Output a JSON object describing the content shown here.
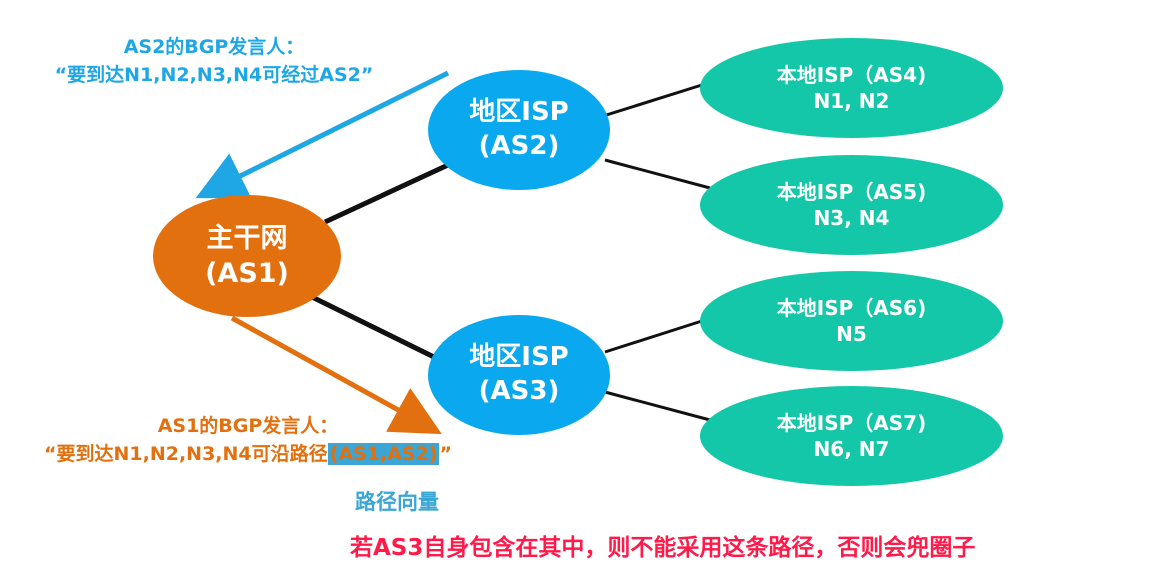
{
  "nodes": {
    "backbone": {
      "line1": "主干网",
      "line2": "(AS1)"
    },
    "as2": {
      "line1": "地区ISP",
      "line2": "(AS2)"
    },
    "as3": {
      "line1": "地区ISP",
      "line2": "(AS3)"
    },
    "as4": {
      "line1": "本地ISP（AS4)",
      "line2": "N1, N2"
    },
    "as5": {
      "line1": "本地ISP（AS5)",
      "line2": "N3, N4"
    },
    "as6": {
      "line1": "本地ISP（AS6)",
      "line2": "N5"
    },
    "as7": {
      "line1": "本地ISP（AS7)",
      "line2": "N6, N7"
    }
  },
  "notes": {
    "as2_speaker": {
      "line1": "AS2的BGP发言人：",
      "line2": "“要到达N1,N2,N3,N4可经过AS2”"
    },
    "as1_speaker": {
      "line1": "AS1的BGP发言人：",
      "line2_prefix": "“要到达N1,N2,N3,N4可沿路径",
      "path": "(AS1,AS2)",
      "line2_suffix": "”"
    }
  },
  "path_vector_label": "路径向量",
  "loop_warning": "若AS3自身包含在其中，则不能采用这条路径，否则会兜圈子",
  "colors": {
    "backbone": "#e2700e",
    "regional": "#0aa8ee",
    "local": "#14c7a8",
    "as2_note": "#1ea7e4",
    "as1_note": "#e2700e",
    "path_highlight": "#3aa6d6",
    "warning": "#ff1a4a"
  }
}
